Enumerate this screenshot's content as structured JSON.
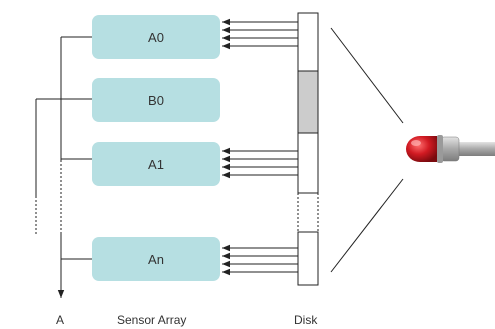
{
  "sensors": [
    {
      "id": "a0",
      "label": "A0"
    },
    {
      "id": "b0",
      "label": "B0"
    },
    {
      "id": "a1",
      "label": "A1"
    },
    {
      "id": "an",
      "label": "An"
    }
  ],
  "labels": {
    "channel": "A",
    "sensor_array": "Sensor Array",
    "disk": "Disk"
  },
  "colors": {
    "sensor_fill": "#b6dfe2",
    "disk_dark_segment": "#cccccc",
    "led_red": "#c0121a",
    "led_metal": "#a9a9a9"
  },
  "icons": {
    "light_source": "red-led-icon"
  }
}
